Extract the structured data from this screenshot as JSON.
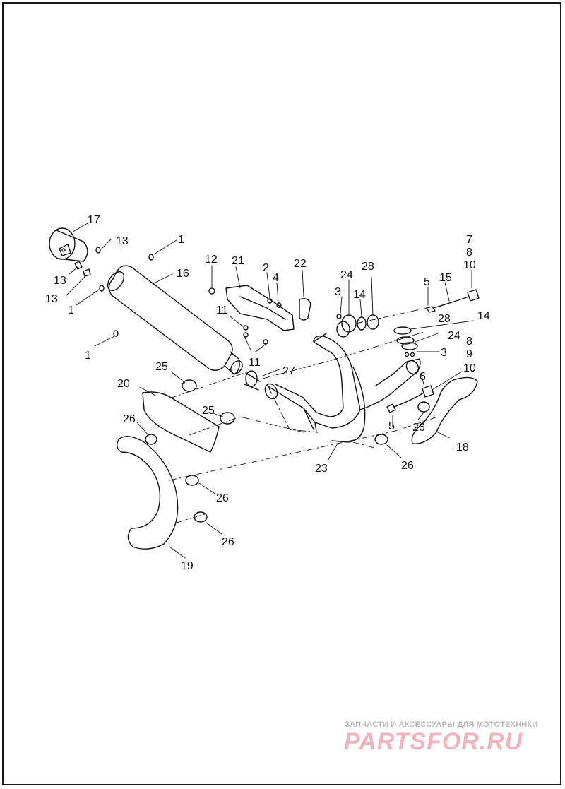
{
  "callouts": [
    {
      "id": "1"
    },
    {
      "id": "2"
    },
    {
      "id": "3"
    },
    {
      "id": "4"
    },
    {
      "id": "5"
    },
    {
      "id": "6"
    },
    {
      "id": "7"
    },
    {
      "id": "8"
    },
    {
      "id": "9"
    },
    {
      "id": "10"
    },
    {
      "id": "11"
    },
    {
      "id": "12"
    },
    {
      "id": "13"
    },
    {
      "id": "14"
    },
    {
      "id": "15"
    },
    {
      "id": "16"
    },
    {
      "id": "17"
    },
    {
      "id": "18"
    },
    {
      "id": "19"
    },
    {
      "id": "20"
    },
    {
      "id": "21"
    },
    {
      "id": "22"
    },
    {
      "id": "23"
    },
    {
      "id": "24"
    },
    {
      "id": "25"
    },
    {
      "id": "26"
    },
    {
      "id": "27"
    },
    {
      "id": "28"
    }
  ],
  "watermark": {
    "tagline": "ЗАПЧАСТИ И АКСЕССУАРЫ ДЛЯ МОТОТЕХНИКИ",
    "logo": "PARTSFOR.RU",
    "tagline_color": "#b9b9b9",
    "logo_color": "#f1b4bc"
  }
}
